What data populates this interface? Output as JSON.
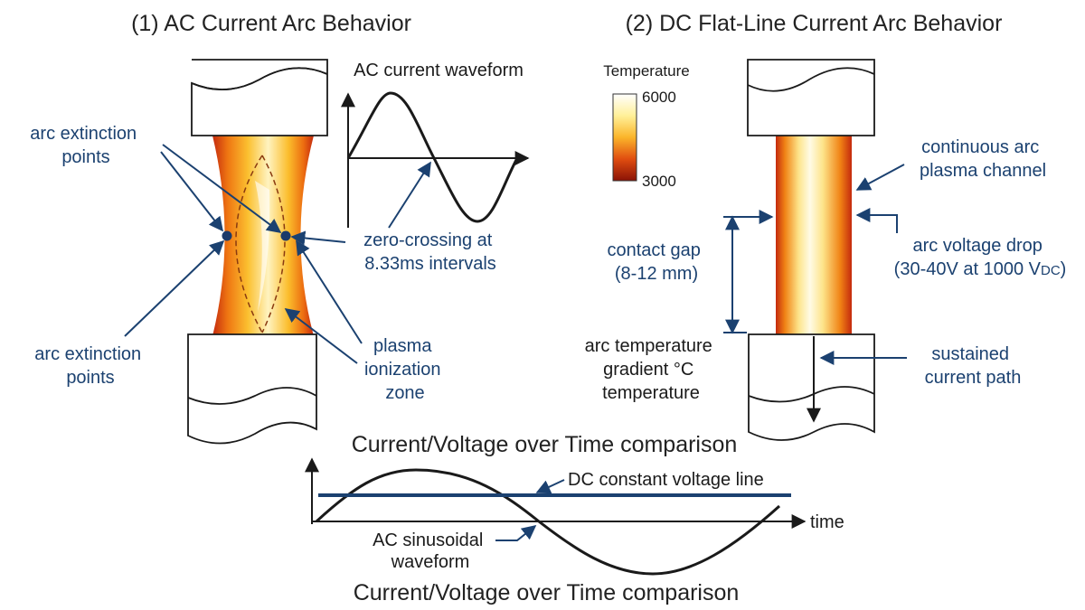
{
  "ac_panel": {
    "title": "(1) AC Current Arc Behavior",
    "waveform_title": "AC current waveform",
    "label_extinction_top": [
      "arc extinction",
      "points"
    ],
    "label_extinction_bottom": [
      "arc extinction",
      "points"
    ],
    "label_zero_crossing": [
      "zero-crossing at",
      "8.33ms intervals"
    ],
    "label_plasma": [
      "plasma",
      "ionization",
      "zone"
    ]
  },
  "dc_panel": {
    "title": "(2) DC Flat-Line Current Arc Behavior",
    "legend_title": "Temperature",
    "legend_max": "6000",
    "legend_min": "3000",
    "label_channel": [
      "continuous arc",
      "plasma channel"
    ],
    "label_voltage": [
      "arc voltage drop",
      "(30-40V at 1000 V",
      "DC",
      ")"
    ],
    "label_gap": [
      "contact gap",
      "(8-12 mm)"
    ],
    "label_gradient": [
      "arc temperature",
      "gradient °C",
      "temperature"
    ],
    "label_path": [
      "sustained",
      "current path"
    ]
  },
  "comparison": {
    "title_top": "Current/Voltage over Time comparison",
    "title_bottom": "Current/Voltage over Time comparison",
    "dc_label": "DC constant voltage line",
    "ac_label": [
      "AC sinusoidal",
      "waveform"
    ],
    "x_label": "time"
  },
  "colors": {
    "label_blue": "#1b4170",
    "dc_line": "#1b4170",
    "arc_hot": "#fff6c8",
    "arc_mid": "#f7a017",
    "arc_edge": "#c42a0e"
  }
}
